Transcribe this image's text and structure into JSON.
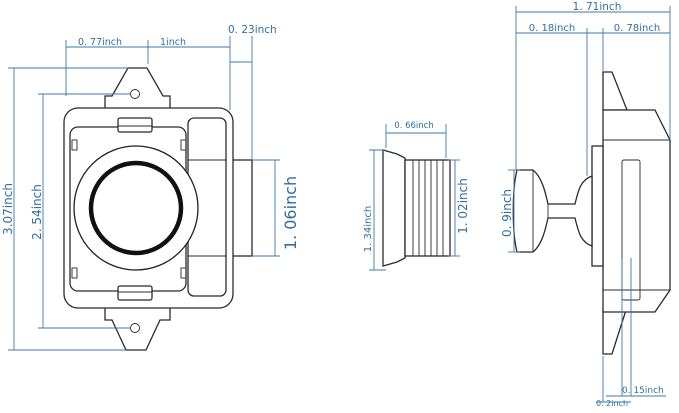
{
  "dimensions": {
    "front_top_left_width": "0. 77inch",
    "front_top_body_width": "1inch",
    "front_top_side_offset": "0. 23inch",
    "front_overall_height": "3.07inch",
    "front_inner_height": "2. 54inch",
    "front_side_block_height": "1. 06inch",
    "button_length": "0. 66inch",
    "button_outer_diameter": "1. 34inch",
    "button_inner_diameter": "1. 02inch",
    "side_overall_width": "1. 71inch",
    "side_knob_offset": "0. 18inch",
    "side_body_width": "0. 78inch",
    "side_knob_diameter": "0. 9inch",
    "side_bottom_small": "0. 15inch",
    "side_bottom_offset": "0. 2inch"
  },
  "colors": {
    "dimension_lines": "#3d79ad",
    "dimension_text": "#2f6fa3",
    "part_outline": "#2b2b2b"
  }
}
